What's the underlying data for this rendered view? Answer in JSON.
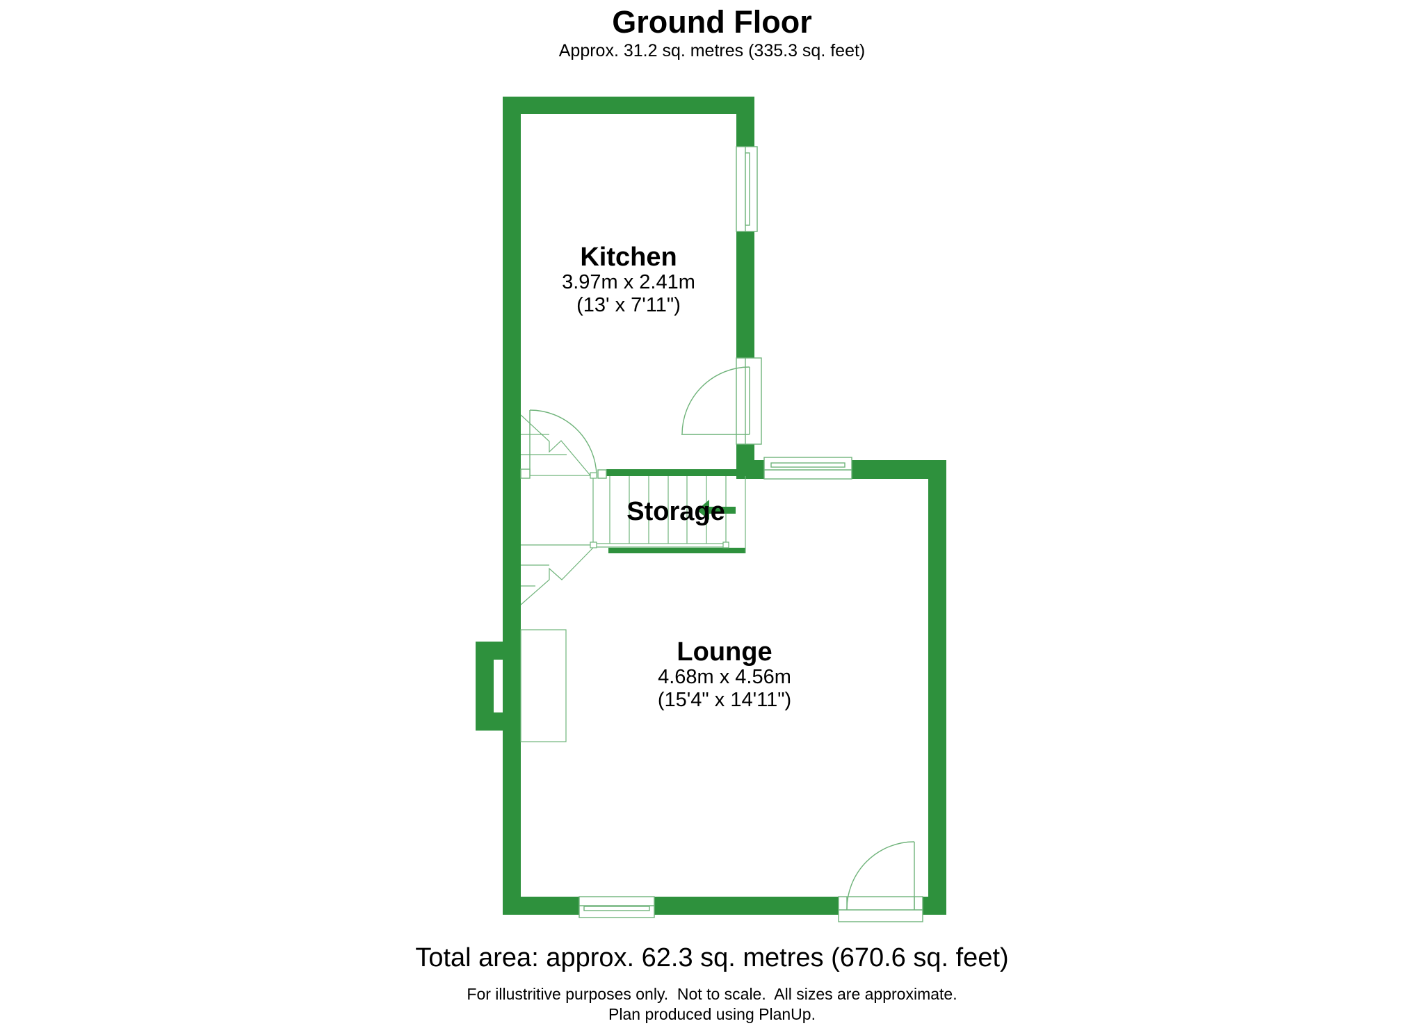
{
  "header": {
    "title": "Ground Floor",
    "subtitle": "Approx. 31.2 sq. metres (335.3 sq. feet)"
  },
  "rooms": [
    {
      "name": "Kitchen",
      "metric": "3.97m x 2.41m",
      "imperial": "(13' x 7'11\")"
    },
    {
      "name": "Storage"
    },
    {
      "name": "Lounge",
      "metric": "4.68m x 4.56m",
      "imperial": "(15'4\" x 14'11\")"
    }
  ],
  "footer": {
    "total_area": "Total area: approx. 62.3 sq. metres (670.6 sq. feet)",
    "disclaimer_line1": "For illustritive purposes only.  Not to scale.  All sizes are approximate.",
    "disclaimer_line2": "Plan produced using PlanUp."
  },
  "colors": {
    "wall": "#2e913d",
    "fixture_line": "#6fb37a",
    "background": "#ffffff",
    "text": "#000000"
  }
}
